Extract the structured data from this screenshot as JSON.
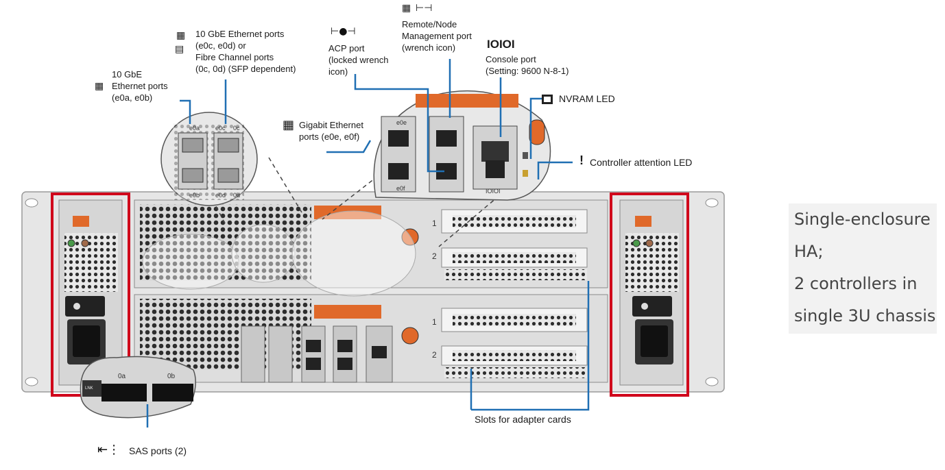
{
  "labels": {
    "e0a_e0b": [
      "10 GbE",
      "Ethernet ports",
      "(e0a, e0b)"
    ],
    "e0c_e0d": [
      "10 GbE Ethernet ports",
      "(e0c, e0d) or",
      "Fibre Channel ports",
      "(0c, 0d) (SFP dependent)"
    ],
    "acp": [
      "ACP port",
      "(locked wrench",
      "icon)"
    ],
    "mgmt": [
      "Remote/Node",
      "Management port",
      "(wrench icon)"
    ],
    "console_symbol": "IOIOI",
    "console": [
      "Console port",
      "(Setting: 9600 N-8-1)"
    ],
    "nvram": "NVRAM LED",
    "attention_symbol": "!",
    "attention": "Controller attention LED",
    "gige": [
      "Gigabit Ethernet",
      "ports (e0e, e0f)"
    ],
    "slots": "Slots for adapter cards",
    "sas": "SAS ports (2)"
  },
  "port_labels": {
    "e0a": "e0a",
    "e0b": "e0b",
    "e0c": "e0c",
    "e0d": "e0d",
    "c0c": "0c",
    "c0d": "0d",
    "e0e": "e0e",
    "e0f": "e0f",
    "console": "IOIOI",
    "sas_0a": "0a",
    "sas_0b": "0b",
    "lnk": "LNK",
    "slot1": "1",
    "slot2": "2"
  },
  "side_text": [
    "Single-enclosure",
    "HA;",
    "2 controllers in",
    "single 3U chassis"
  ],
  "colors": {
    "callout": "#1f6fb3",
    "highlight": "#d0021b",
    "latch": "#e0692a",
    "chassis": "#dcdcdc",
    "side_bg": "#f2f2f2"
  },
  "icons": [
    "network-icon",
    "wrench-icon",
    "locked-wrench-icon",
    "console-icon",
    "chip-icon",
    "sas-icon"
  ]
}
